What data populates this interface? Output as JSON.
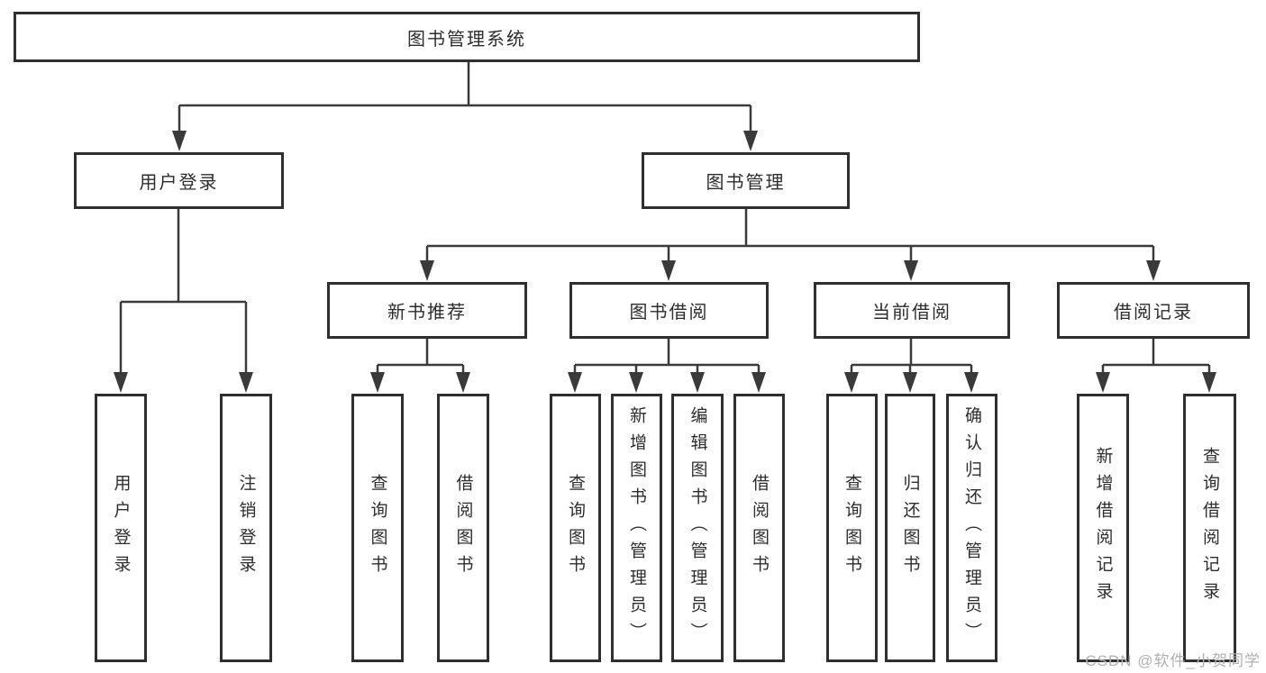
{
  "tree": {
    "label": "图书管理系统",
    "children": [
      {
        "label": "用户登录",
        "children": [
          {
            "label": "用户登录"
          },
          {
            "label": "注销登录"
          }
        ]
      },
      {
        "label": "图书管理",
        "children": [
          {
            "label": "新书推荐",
            "children": [
              {
                "label": "查询图书"
              },
              {
                "label": "借阅图书"
              }
            ]
          },
          {
            "label": "图书借阅",
            "children": [
              {
                "label": "查询图书"
              },
              {
                "label": "新增图书（管理员）"
              },
              {
                "label": "编辑图书（管理员）"
              },
              {
                "label": "借阅图书"
              }
            ]
          },
          {
            "label": "当前借阅",
            "children": [
              {
                "label": "查询图书"
              },
              {
                "label": "归还图书"
              },
              {
                "label": "确认归还（管理员）"
              }
            ]
          },
          {
            "label": "借阅记录",
            "children": [
              {
                "label": "新增借阅记录"
              },
              {
                "label": "查询借阅记录"
              }
            ]
          }
        ]
      }
    ]
  },
  "watermark": {
    "text": "CSDN @软件_小贺同学"
  },
  "colors": {
    "line": "#3a3a3a",
    "box_border": "#2f2f2f",
    "text": "#2d2d2d",
    "watermark": "#b0b0b0",
    "background": "#ffffff"
  }
}
